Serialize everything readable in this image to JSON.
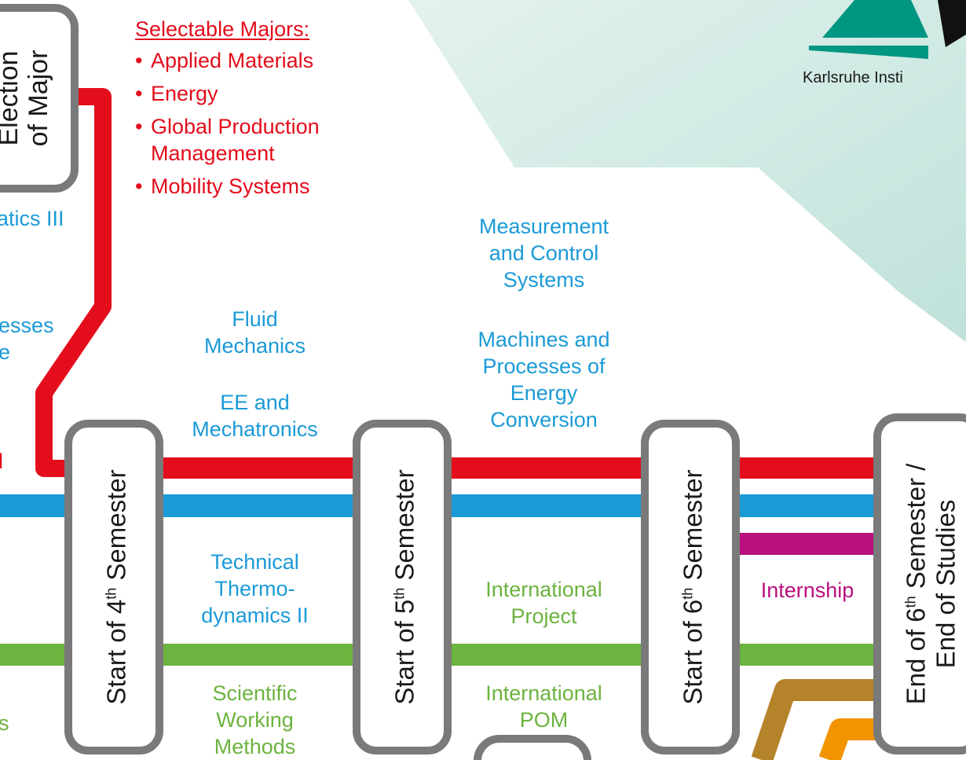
{
  "colors": {
    "red": "#e30d1b",
    "blue": "#1b9ad6",
    "green": "#6cb33f",
    "magenta": "#b8117e",
    "brown": "#b5832a",
    "orange": "#f29400",
    "box_border": "#7a7a7a",
    "kit_green": "#009682"
  },
  "majors": {
    "heading": "Selectable Majors:",
    "bullet": "•",
    "items": [
      "Applied Materials",
      "Energy",
      "Global Production Management",
      "Mobility Systems"
    ]
  },
  "logo": {
    "name_text": "Karlsruhe Insti"
  },
  "milestones": {
    "election": {
      "line1": "Election",
      "line2": "of Major"
    },
    "sem4": {
      "prefix": "Start of 4",
      "sup": "th",
      "suffix": " Semester"
    },
    "sem5": {
      "prefix": "Start of 5",
      "sup": "th",
      "suffix": " Semester"
    },
    "sem6": {
      "prefix": "Start of 6",
      "sup": "th",
      "suffix": " Semester"
    },
    "end": {
      "prefix": "End of 6",
      "sup": "th",
      "suffix": " Semester /",
      "line2": "End of Studies"
    }
  },
  "courses": {
    "math_partial": "atics III",
    "processes_partial_1": "esses",
    "processes_partial_2": "e",
    "red_partial": "l",
    "green_partial": "s",
    "fluid": [
      "Fluid",
      "Mechanics"
    ],
    "ee": [
      "EE and",
      "Mechatronics"
    ],
    "measurement": [
      "Measurement",
      "and Control",
      "Systems"
    ],
    "machines": [
      "Machines and",
      "Processes of",
      "Energy",
      "Conversion"
    ],
    "thermo": [
      "Technical",
      "Thermo-",
      "dynamics II"
    ],
    "scientific": [
      "Scientific",
      "Working",
      "Methods"
    ],
    "intl_project": [
      "International",
      "Project"
    ],
    "intl_pom": [
      "International",
      "POM"
    ],
    "internship": "Internship"
  }
}
